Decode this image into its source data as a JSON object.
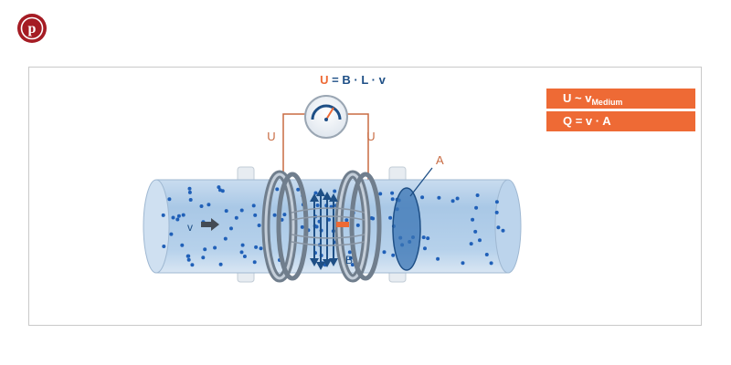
{
  "brand": {
    "logo_letter": "p",
    "color": "#a51c24"
  },
  "formula": {
    "u": "U",
    "rest": " = B · L · v"
  },
  "labels": {
    "voltage_left": "U",
    "voltage_right": "U",
    "area": "A",
    "field": "B",
    "velocity": "v"
  },
  "equations": {
    "velocity_relation": {
      "lhs": "U ~ v",
      "sub": "Medium"
    },
    "flow_relation": "Q = v · A"
  },
  "colors": {
    "accent": "#ee6a35",
    "navy": "#1e4f86",
    "wire": "#c86b42",
    "pipe": "#aac9e8",
    "dot": "#2060b8"
  }
}
